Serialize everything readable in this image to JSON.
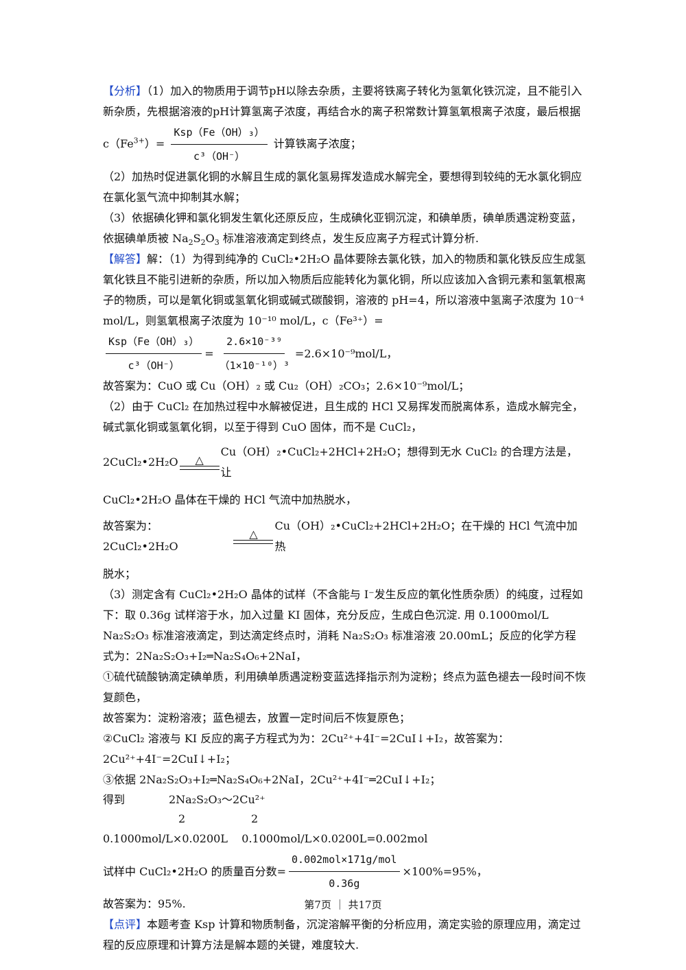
{
  "analysis": {
    "tag": "【分析】",
    "p1a": "（1）加入的物质用于调节pH以除去杂质，主要将铁离子转化为氢氧化铁沉淀，且不能引入新杂质，先根据溶液的pH计算氢离子浓度，再结合水的离子积常数计算氢氧根离子浓度，最后根据 c（Fe",
    "p1b": "）=",
    "p1c": "计算铁离子浓度；",
    "p2": "（2）加热时促进氯化铜的水解且生成的氯化氢易挥发造成水解完全，要想得到较纯的无水氯化铜应在氯化氢气流中抑制其水解；",
    "p3a": "（3）依据碘化钾和氯化铜发生氧化还原反应，生成碘化亚铜沉淀，和碘单质，碘单质遇淀粉变蓝，依据碘单质被 Na",
    "p3b": "标准溶液滴定到终点，发生反应离子方程式计算分析."
  },
  "answer": {
    "tag": "【解答】",
    "s1": "解：（1）为得到纯净的 CuCl₂•2H₂O 晶体要除去氯化铁，加入的物质和氯化铁反应生成氢氧化铁且不能引进新的杂质，所以加入物质后应能转化为氯化铜，所以应该加入含铜元素和氢氧根离子的物质，可以是氧化铜或氢氧化铜或碱式碳酸铜，溶液的 pH=4，所以溶液中氢离子浓度为 10⁻⁴ mol/L，则氢氧根离子浓度为 10⁻¹⁰ mol/L，c（Fe³⁺）=",
    "frac_ksp_num": "Ksp（Fe（OH）₃）",
    "frac_ksp_den": "c³（OH⁻）",
    "frac_val_num": "2.6×10⁻³⁹",
    "frac_val_den": "（1×10⁻¹⁰）³",
    "eq_result": "=2.6×10⁻⁹mol/L，",
    "s1_ans": "故答案为：CuO 或 Cu（OH）₂ 或 Cu₂（OH）₂CO₃；2.6×10⁻⁹mol/L；",
    "s2": "（2）由于 CuCl₂ 在加热过程中水解被促进，且生成的 HCl 又易挥发而脱离体系，造成水解完全，碱式氯化铜或氢氧化铜，以至于得到 CuO 固体，而不是 CuCl₂，",
    "s2_eq_left": "2CuCl₂•2H₂O",
    "s2_eq_right": "Cu（OH）₂•CuCl₂+2HCl+2H₂O；想得到无水 CuCl₂ 的合理方法是，让",
    "s2_cont": "CuCl₂•2H₂O 晶体在干燥的 HCl 气流中加热脱水，",
    "s2_ans_left": "故答案为：2CuCl₂•2H₂O",
    "s2_ans_right": "Cu（OH）₂•CuCl₂+2HCl+2H₂O；在干燥的 HCl 气流中加热",
    "s2_ans_cont": "脱水；",
    "delta": "△",
    "s3": "（3）测定含有 CuCl₂•2H₂O 晶体的试样（不含能与 I⁻发生反应的氧化性质杂质）的纯度，过程如下：取 0.36g 试样溶于水，加入过量 KI 固体，充分反应，生成白色沉淀. 用 0.1000mol/L Na₂S₂O₃ 标准溶液滴定，到达滴定终点时，消耗 Na₂S₂O₃ 标准溶液 20.00mL；反应的化学方程式为：2Na₂S₂O₃+I₂═Na₂S₄O₆+2NaI，",
    "s3_1": "①硫代硫酸钠滴定碘单质，利用碘单质遇淀粉变蓝选择指示剂为淀粉；终点为蓝色褪去一段时间不恢复颜色，",
    "s3_1_ans": "故答案为：淀粉溶液；蓝色褪去，放置一定时间后不恢复原色；",
    "s3_2": "②CuCl₂ 溶液与 KI 反应的离子方程式为为：2Cu²⁺+4I⁻=2CuI↓+I₂，故答案为：",
    "s3_2_eq": "2Cu²⁺+4I⁻=2CuI↓+I₂；",
    "s3_3": "③依据 2Na₂S₂O₃+I₂═Na₂S₄O₆+2NaI，2Cu²⁺+4I⁻═2CuI↓+I₂；",
    "get_label": "得到",
    "get_rel": "2Na₂S₂O₃～2Cu²⁺",
    "coef_a": "2",
    "coef_b": "2",
    "calc_a": "0.1000mol/L×0.0200L",
    "calc_b": "0.1000mol/L×0.0200L=0.002mol",
    "pct_left": "试样中 CuCl₂•2H₂O 的质量百分数=",
    "pct_num": "0.002mol×171g/mol",
    "pct_den": "0.36g",
    "pct_right": "×100%=95%，",
    "s3_3_ans": "故答案为：95%."
  },
  "comment": {
    "tag": "【点评】",
    "text": "本题考查 Ksp 计算和物质制备，沉淀溶解平衡的分析应用，滴定实验的原理应用，滴定过程的反应原理和计算方法是解本题的关键，难度较大."
  },
  "footer": "第7页 ｜ 共17页",
  "colors": {
    "tag": "#1f49c9"
  }
}
